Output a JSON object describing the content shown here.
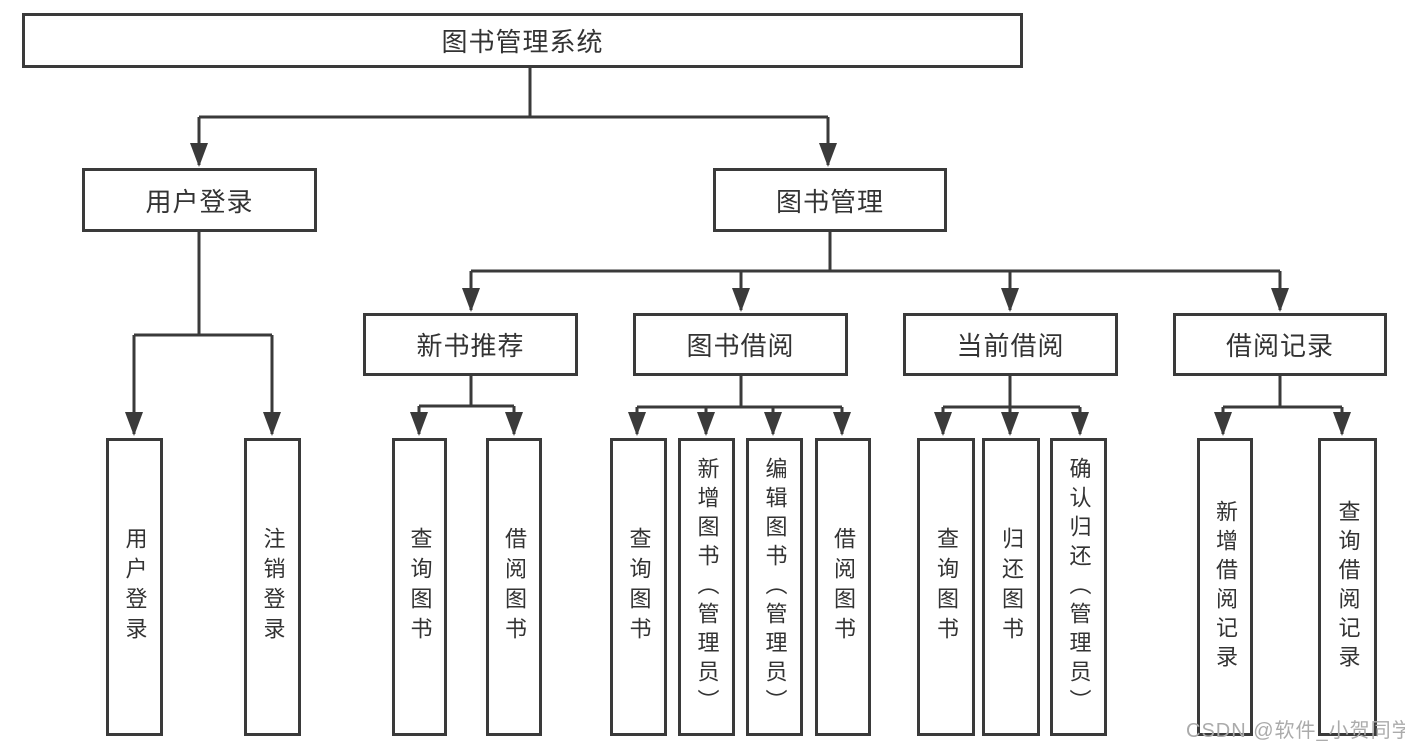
{
  "nodes": {
    "root": "图书管理系统",
    "user_login": "用户登录",
    "book_management": "图书管理",
    "new_book_rec": "新书推荐",
    "book_borrow": "图书借阅",
    "current_borrow": "当前借阅",
    "borrow_records": "借阅记录",
    "leaf_user_login": "用户登录",
    "leaf_logout": "注销登录",
    "leaf_nbr_query": "查询图书",
    "leaf_nbr_borrow": "借阅图书",
    "leaf_bb_query": "查询图书",
    "leaf_bb_add": "新增图书（管理员）",
    "leaf_bb_edit": "编辑图书（管理员）",
    "leaf_bb_borrow": "借阅图书",
    "leaf_cb_query": "查询图书",
    "leaf_cb_return": "归还图书",
    "leaf_cb_confirm": "确认归还（管理员）",
    "leaf_br_add": "新增借阅记录",
    "leaf_br_query": "查询借阅记录"
  },
  "watermark": "CSDN @软件_小贺同学",
  "colors": {
    "line": "#3a3a3a",
    "text": "#333333",
    "watermark": "#ababab",
    "background": "#ffffff"
  }
}
